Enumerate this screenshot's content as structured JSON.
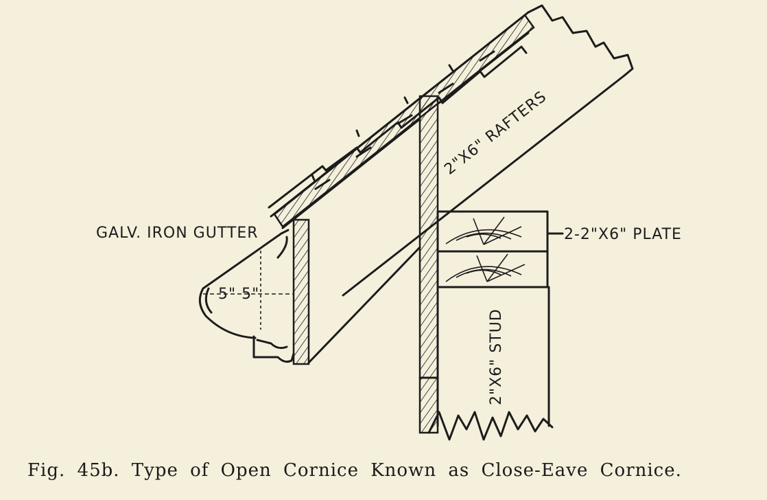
{
  "labels": {
    "gutter": "GALV. IRON GUTTER",
    "gutter_dim": "5\" 5\"",
    "rafters": "2\"X6\" RAFTERS",
    "plate": "2-2\"X6\" PLATE",
    "stud": "2\"X6\" STUD"
  },
  "caption": "Fig. 45b.  Type of Open Cornice Known as Close-Eave Cornice."
}
